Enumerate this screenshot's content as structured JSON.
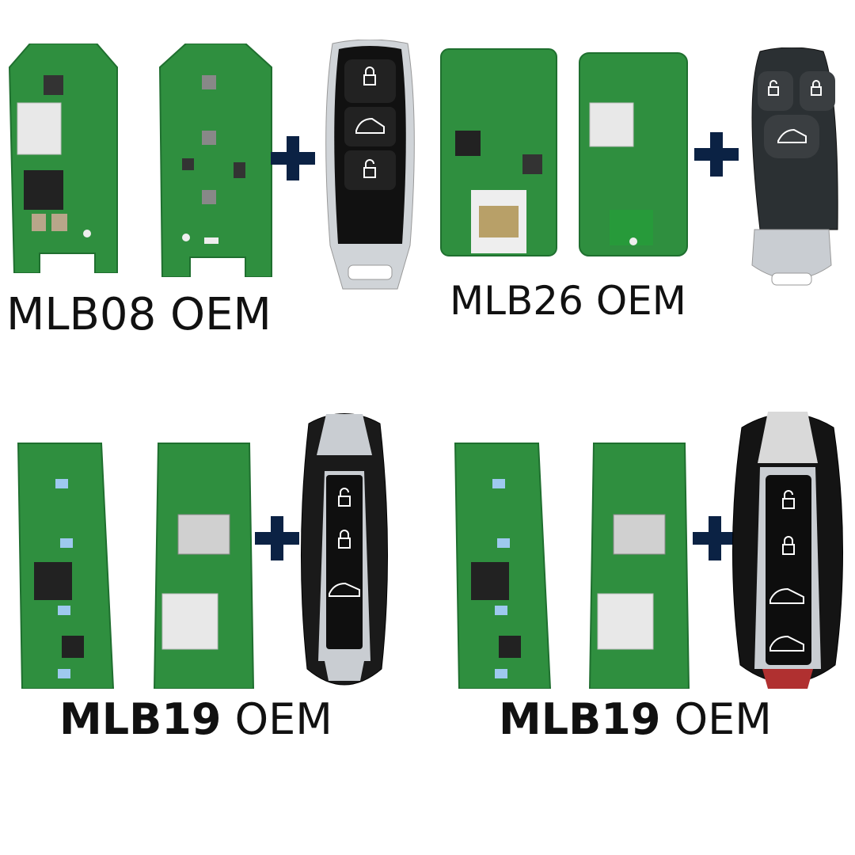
{
  "colors": {
    "pcb_green": "#2f8f3f",
    "pcb_dark": "#1f6f2f",
    "plus_navy": "#0b2244",
    "fob_black": "#111111",
    "chrome": "#c9cdd2"
  },
  "groups": [
    {
      "id": "mlb08",
      "label_bold": "",
      "label_regular": "MLB08 OEM"
    },
    {
      "id": "mlb26",
      "label_bold": "",
      "label_regular": "MLB26 OEM"
    },
    {
      "id": "mlb19a",
      "label_bold": "MLB19",
      "label_regular": " OEM"
    },
    {
      "id": "mlb19b",
      "label_bold": "MLB19",
      "label_regular": " OEM"
    }
  ],
  "icons": {
    "plus": "plus-icon",
    "unlock": "unlock-icon",
    "lock": "lock-icon",
    "trunk": "trunk-icon"
  }
}
